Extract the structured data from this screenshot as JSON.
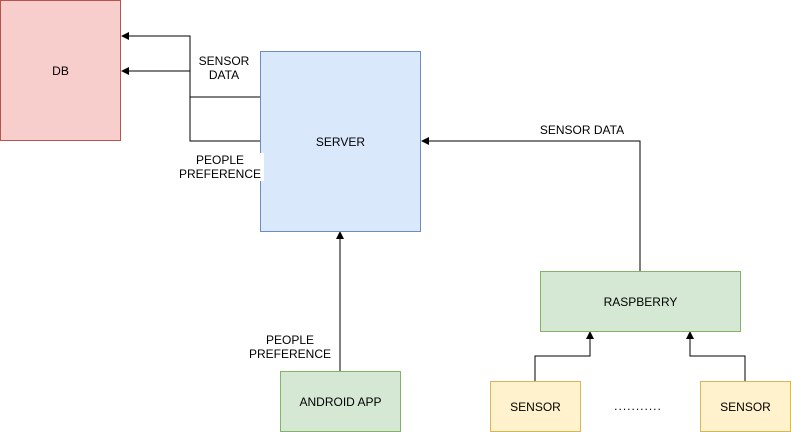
{
  "nodes": {
    "db": {
      "label": "DB",
      "fill": "#f8cecc",
      "stroke": "#b85450"
    },
    "server": {
      "label": "SERVER",
      "fill": "#dae8fc",
      "stroke": "#6c8ebf"
    },
    "raspberry": {
      "label": "RASPBERRY",
      "fill": "#d5e8d4",
      "stroke": "#82b366"
    },
    "android": {
      "label": "ANDROID APP",
      "fill": "#d5e8d4",
      "stroke": "#82b366"
    },
    "sensor_left": {
      "label": "SENSOR",
      "fill": "#fff2cc",
      "stroke": "#d6b656"
    },
    "sensor_right": {
      "label": "SENSOR",
      "fill": "#fff2cc",
      "stroke": "#d6b656"
    }
  },
  "edge_labels": {
    "sensor_data_to_db_line1": "SENSOR",
    "sensor_data_to_db_line2": "DATA",
    "people_pref_to_db_line1": "PEOPLE",
    "people_pref_to_db_line2": "PREFERENCE",
    "sensor_data_to_server": "SENSOR DATA",
    "android_pref_line1": "PEOPLE",
    "android_pref_line2": "PREFERENCE"
  },
  "ellipsis": "...........",
  "line_color": "#000000"
}
